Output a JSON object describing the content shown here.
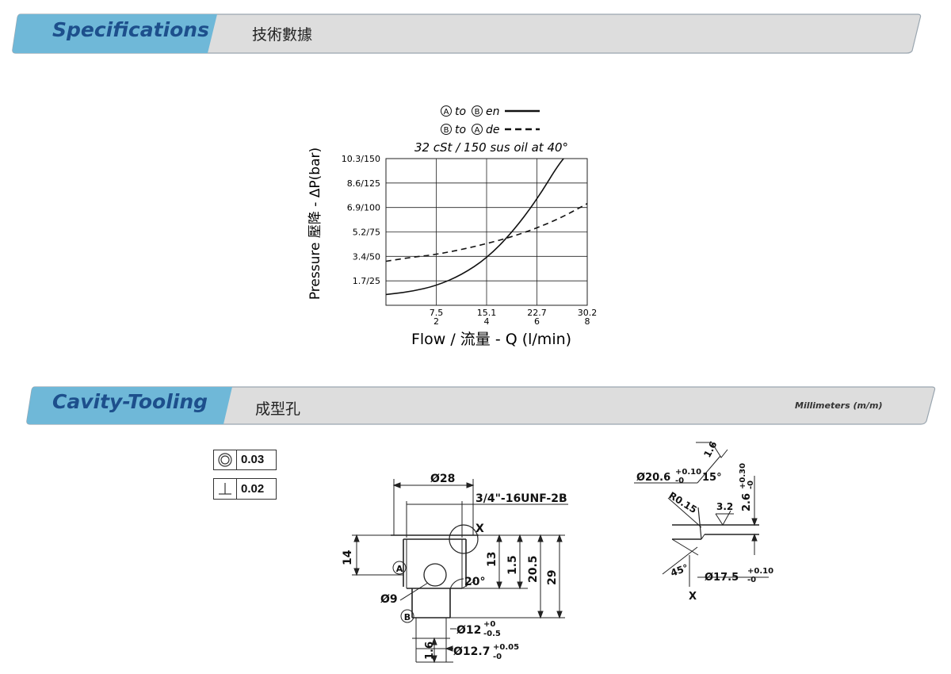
{
  "specifications": {
    "title": "Specifications",
    "subtitle": "技術數據"
  },
  "chart_data": {
    "type": "line",
    "legend": [
      {
        "from": "A",
        "to": "B",
        "word": "to",
        "code": "en",
        "style": "solid"
      },
      {
        "from": "B",
        "to": "A",
        "word": "to",
        "code": "de",
        "style": "dashed"
      }
    ],
    "title": "32 cSt / 150 sus oil at 40°",
    "ylabel": "Pressure  壓降 - ΔP(bar)",
    "xlabel": "Flow / 流量 - Q (l/min)",
    "yticks": [
      "1.7/25",
      "3.4/50",
      "5.2/75",
      "6.9/100",
      "8.6/125",
      "10.3/150"
    ],
    "xticks_top": [
      "7.5",
      "15.1",
      "22.7",
      "30.2"
    ],
    "xticks_bottom": [
      "2",
      "4",
      "6",
      "8"
    ],
    "xlim": [
      0,
      8
    ],
    "ylim": [
      0,
      150
    ],
    "grid": true,
    "series": [
      {
        "style": "solid",
        "x": [
          0,
          1,
          2,
          3,
          4,
          5,
          6,
          7,
          7.5
        ],
        "y": [
          11,
          14,
          20,
          31,
          48,
          74,
          108,
          150,
          160
        ]
      },
      {
        "style": "dashed",
        "x": [
          0,
          1,
          2,
          3,
          4,
          5,
          6,
          7,
          8
        ],
        "y": [
          45,
          49,
          52,
          57,
          63,
          70,
          79,
          90,
          104
        ]
      }
    ]
  },
  "cavity": {
    "title": "Cavity-Tooling",
    "subtitle": "成型孔",
    "unit_note": "Millimeters (m/m)",
    "tolerances": [
      {
        "symbol": "concentricity-icon",
        "value": "0.03"
      },
      {
        "symbol": "perpendicularity-icon",
        "value": "0.02"
      }
    ],
    "main_view": {
      "dia28": "Ø28",
      "thread": "3/4\"-16UNF-2B",
      "x_mark": "X",
      "port_a": "A",
      "port_b": "B",
      "dim14": "14",
      "dim13": "13",
      "dim1_5": "1.5",
      "dim20_5": "20.5",
      "dim29": "29",
      "angle20": "20°",
      "dia9": "Ø9",
      "dia12": "Ø12",
      "dia12_upper": "+0",
      "dia12_lower": "-0.5",
      "dia12_7": "Ø12.7",
      "dia12_7_upper": "+0.05",
      "dia12_7_lower": "-0",
      "dim1_6": "1.6"
    },
    "detail_view": {
      "roughness1": "1.6",
      "dia20_6": "Ø20.6",
      "dia20_6_upper": "+0.10",
      "dia20_6_lower": "-0",
      "angle15": "15°",
      "r015": "R0.15",
      "roughness2": "3.2",
      "dim2_6": "2.6",
      "dim2_6_upper": "+0.30",
      "dim2_6_lower": "-0",
      "angle45": "45°",
      "dia17_5": "Ø17.5",
      "dia17_5_upper": "+0.10",
      "dia17_5_lower": "-0",
      "x_mark": "X"
    }
  },
  "colors": {
    "bar_blue": "#6fb8d8",
    "bar_gray": "#dddddd",
    "title_blue": "#1d4f8c"
  }
}
